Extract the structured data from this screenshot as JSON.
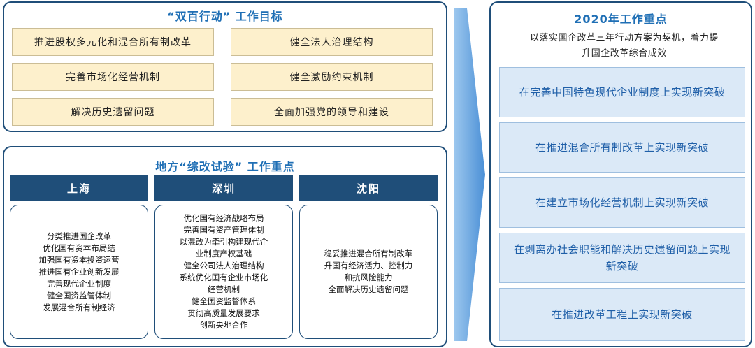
{
  "goals": {
    "title": "“双百行动” 工作目标",
    "items": [
      "推进股权多元化和混合所有制改革",
      "健全法人治理结构",
      "完善市场化经营机制",
      "健全激励约束机制",
      "解决历史遗留问题",
      "全面加强党的领导和建设"
    ]
  },
  "pilots": {
    "title": "地方“综改试验” 工作重点",
    "cities": [
      {
        "name": "上海",
        "lines": [
          "分类推进国企改革",
          "优化国有资本布局结",
          "加强国有资本投资运营",
          "推进国有企业创新发展",
          "完善现代企业制度",
          "健全国资监管体制",
          "发展混合所有制经济"
        ]
      },
      {
        "name": "深圳",
        "lines": [
          "优化国有经济战略布局",
          "完善国有资产管理体制",
          "以混改为牵引构建现代企",
          "业制度产权基础",
          "健全公司法人治理结构",
          "系统优化国有企业市场化",
          "经营机制",
          "健全国资监督体系",
          "贯彻高质量发展要求",
          "创新央地合作"
        ]
      },
      {
        "name": "沈阳",
        "lines": [
          "稳妥推进混合所有制改革",
          "升国有经济活力、控制力",
          "和抗风险能力",
          "全面解决历史遗留问题"
        ]
      }
    ]
  },
  "focus": {
    "title": "2020年工作重点",
    "subtitle_lines": [
      "以落实国企改革三年行动方案为契机，着力提",
      "升国企改革综合成效"
    ],
    "items": [
      "在完善中国特色现代企业制度上实现新突破",
      "在推进混合所有制改革上实现新突破",
      "在建立市场化经营机制上实现新突破",
      "在剥离办社会职能和解决历史遗留问题上实现新突破",
      "在推进改革工程上实现新突破"
    ]
  },
  "colors": {
    "navy": "#1f4e79",
    "title_blue": "#1f6fb5",
    "goal_fill": "#fdf0cc",
    "focus_fill": "#dbe9f7",
    "arrow": "#5b9bd5"
  }
}
